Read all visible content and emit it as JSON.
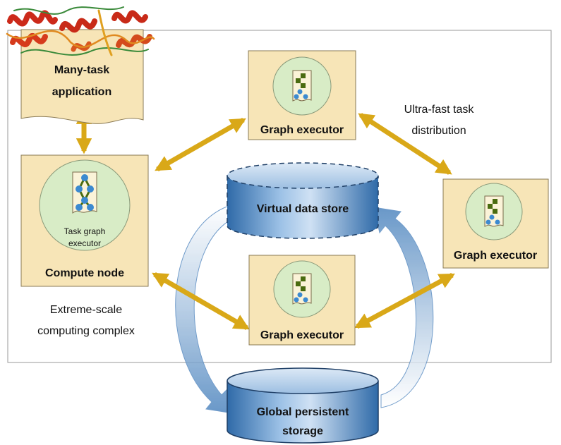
{
  "labels": {
    "many_task_line1": "Many-task",
    "many_task_line2": "application",
    "compute_node": "Compute node",
    "task_graph_line1": "Task graph",
    "task_graph_line2": "executor",
    "graph_executor_top": "Graph executor",
    "graph_executor_middle": "Graph executor",
    "graph_executor_right": "Graph executor",
    "ultrafast_line1": "Ultra-fast task",
    "ultrafast_line2": "distribution",
    "virtual_data_store": "Virtual data store",
    "global_line1": "Global persistent",
    "global_line2": "storage",
    "complex_line1": "Extreme-scale",
    "complex_line2": "computing complex"
  },
  "icons": {
    "protein": "protein-structure-icon",
    "task_graph": "task-graph-icon"
  },
  "colors": {
    "box_fill": "#f7e5b7",
    "box_stroke": "#8a7a55",
    "circle_fill": "#d8ecc6",
    "arrow_gold": "#d9a818",
    "cylinder_blue": "#4f86bf",
    "graph_node_blue": "#3c8ad0",
    "graph_node_green": "#4a6b10"
  }
}
